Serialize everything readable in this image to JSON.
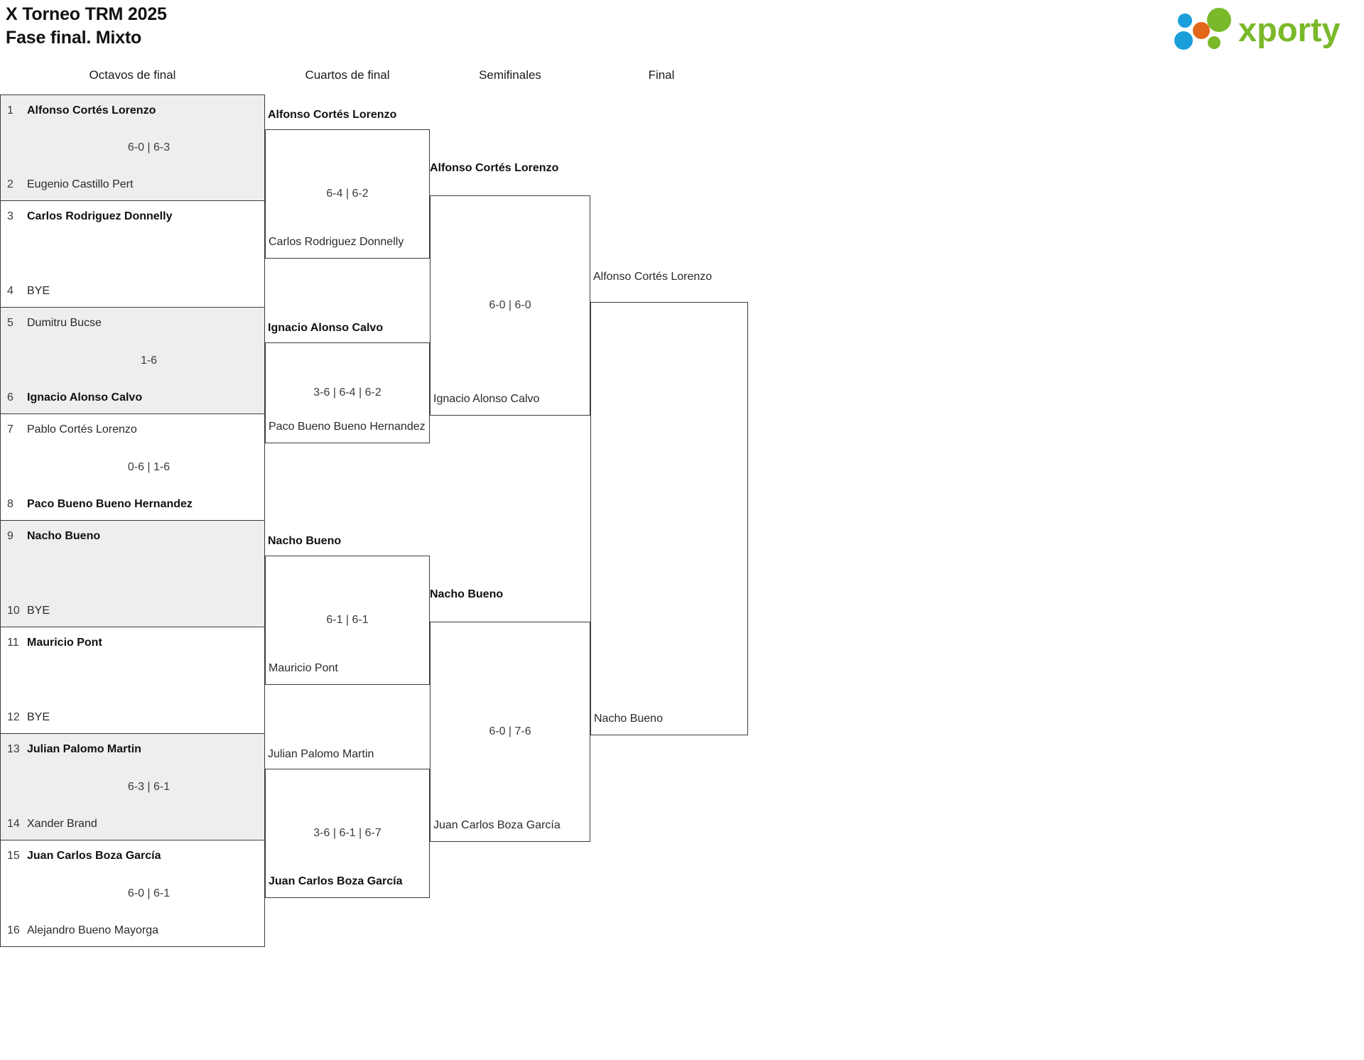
{
  "header": {
    "title_line1": "X Torneo TRM 2025",
    "title_line2": "Fase final. Mixto",
    "logo_text": "xporty",
    "logo_colors": {
      "green": "#7ab929",
      "blue": "#1a9fdb",
      "orange": "#e3671b"
    }
  },
  "rounds": [
    {
      "key": "r1",
      "label": "Octavos de final"
    },
    {
      "key": "r2",
      "label": "Cuartos de final"
    },
    {
      "key": "r3",
      "label": "Semifinales"
    },
    {
      "key": "r4",
      "label": "Final"
    }
  ],
  "round1": {
    "matches": [
      {
        "shaded": true,
        "top": {
          "seed": "1",
          "name": "Alfonso Cortés Lorenzo",
          "winner": true
        },
        "bottom": {
          "seed": "2",
          "name": "Eugenio Castillo Pert",
          "winner": false
        },
        "score": "6-0 | 6-3"
      },
      {
        "shaded": false,
        "top": {
          "seed": "3",
          "name": "Carlos Rodriguez Donnelly",
          "winner": true
        },
        "bottom": {
          "seed": "4",
          "name": "BYE",
          "winner": false
        },
        "score": ""
      },
      {
        "shaded": true,
        "top": {
          "seed": "5",
          "name": "Dumitru Bucse",
          "winner": false
        },
        "bottom": {
          "seed": "6",
          "name": "Ignacio Alonso Calvo",
          "winner": true
        },
        "score": "1-6"
      },
      {
        "shaded": false,
        "top": {
          "seed": "7",
          "name": "Pablo Cortés Lorenzo",
          "winner": false
        },
        "bottom": {
          "seed": "8",
          "name": "Paco Bueno Bueno Hernandez",
          "winner": true
        },
        "score": "0-6 | 1-6"
      },
      {
        "shaded": true,
        "top": {
          "seed": "9",
          "name": "Nacho Bueno",
          "winner": true
        },
        "bottom": {
          "seed": "10",
          "name": "BYE",
          "winner": false
        },
        "score": ""
      },
      {
        "shaded": false,
        "top": {
          "seed": "11",
          "name": "Mauricio Pont",
          "winner": true
        },
        "bottom": {
          "seed": "12",
          "name": "BYE",
          "winner": false
        },
        "score": ""
      },
      {
        "shaded": true,
        "top": {
          "seed": "13",
          "name": "Julian Palomo Martin",
          "winner": true
        },
        "bottom": {
          "seed": "14",
          "name": "Xander Brand",
          "winner": false
        },
        "score": "6-3 | 6-1"
      },
      {
        "shaded": false,
        "top": {
          "seed": "15",
          "name": "Juan Carlos Boza García",
          "winner": true
        },
        "bottom": {
          "seed": "16",
          "name": "Alejandro Bueno Mayorga",
          "winner": false
        },
        "score": "6-0 | 6-1"
      }
    ]
  },
  "round2": {
    "matches": [
      {
        "top": "Alfonso Cortés Lorenzo",
        "top_winner": true,
        "bottom": "Carlos Rodriguez Donnelly",
        "bottom_winner": false,
        "score": "6-4 | 6-2"
      },
      {
        "top": "Ignacio Alonso Calvo",
        "top_winner": true,
        "bottom": "Paco Bueno Bueno Hernandez",
        "bottom_winner": false,
        "score": "3-6 | 6-4 | 6-2"
      },
      {
        "top": "Nacho Bueno",
        "top_winner": true,
        "bottom": "Mauricio Pont",
        "bottom_winner": false,
        "score": "6-1 | 6-1"
      },
      {
        "top": "Julian Palomo Martin",
        "top_winner": false,
        "bottom": "Juan Carlos Boza García",
        "bottom_winner": true,
        "score": "3-6 | 6-1 | 6-7"
      }
    ]
  },
  "round3": {
    "matches": [
      {
        "top": "Alfonso Cortés Lorenzo",
        "top_winner": true,
        "bottom": "Ignacio Alonso Calvo",
        "bottom_winner": false,
        "score": "6-0 | 6-0"
      },
      {
        "top": "Nacho Bueno",
        "top_winner": true,
        "bottom": "Juan Carlos Boza García",
        "bottom_winner": false,
        "score": "6-0 | 7-6"
      }
    ]
  },
  "round4": {
    "matches": [
      {
        "top": "Alfonso Cortés Lorenzo",
        "top_winner": false,
        "bottom": "Nacho Bueno",
        "bottom_winner": false,
        "score": ""
      }
    ]
  }
}
